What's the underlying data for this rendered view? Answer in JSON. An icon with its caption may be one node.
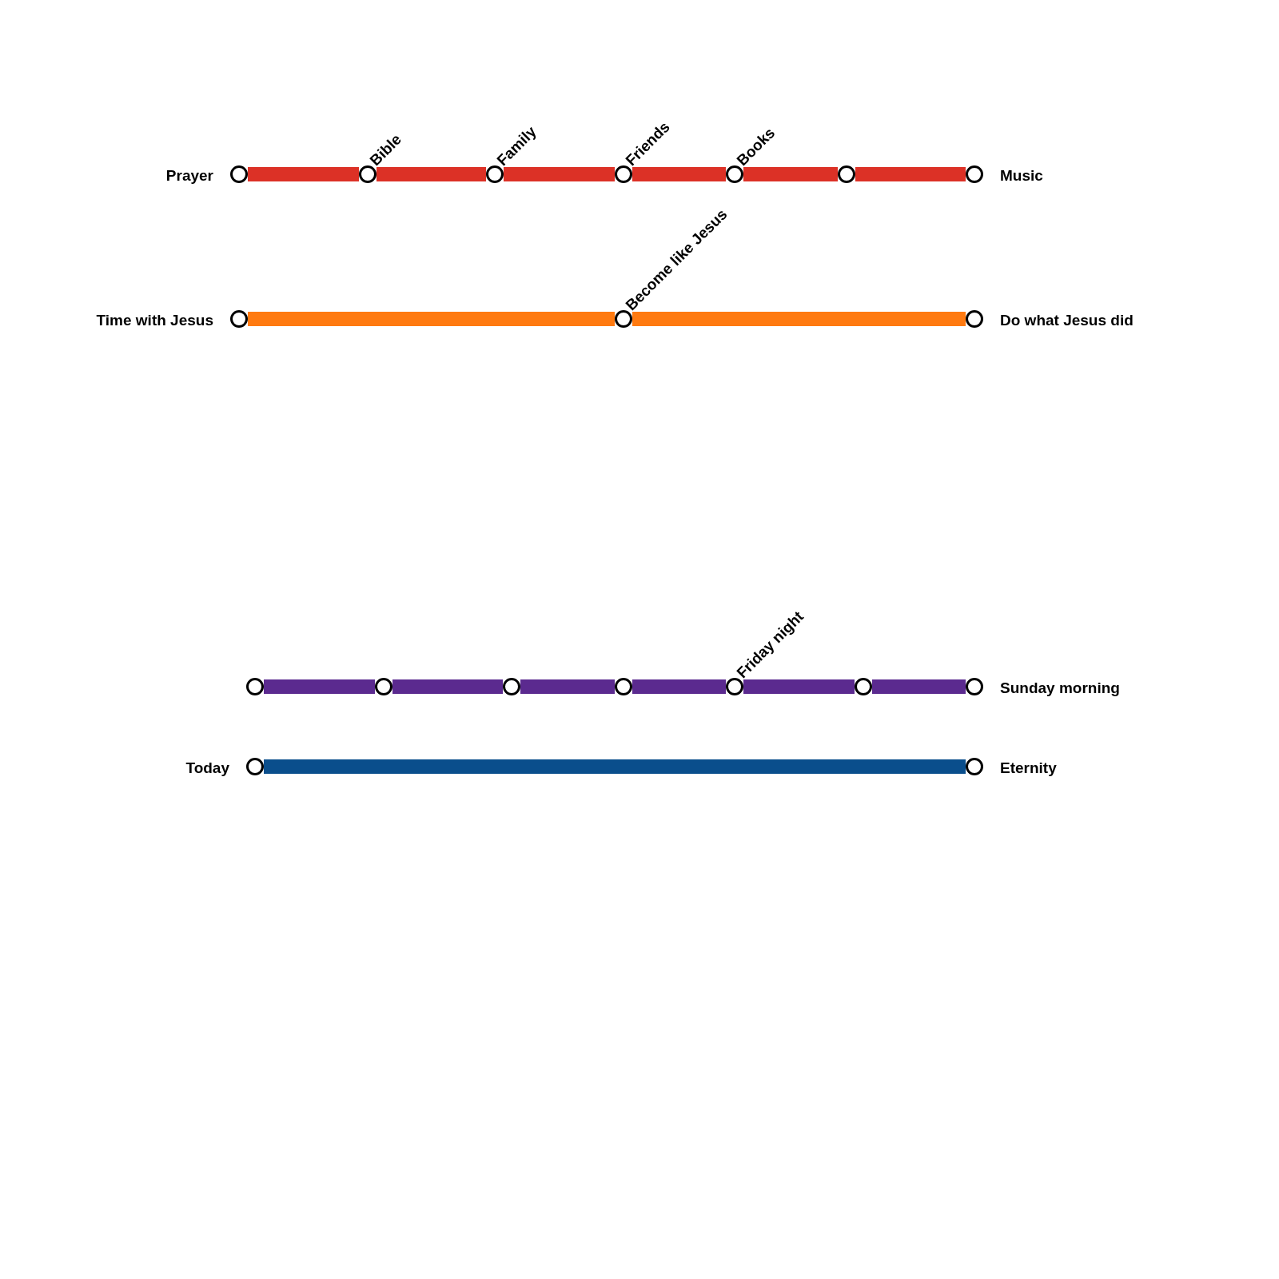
{
  "diagram": {
    "nodes": [
      {
        "text": [
          "Prayer"
        ]
      },
      {
        "text": [
          "Bible"
        ]
      },
      {
        "text": [
          "Family"
        ]
      },
      {
        "text": [
          "Friends"
        ]
      },
      {
        "text": [
          "Books"
        ]
      },
      {
        "text": [],
        "shape": "circle"
      },
      {
        "text": [
          "Music"
        ]
      },
      {
        "text": [
          "Time with Jesus"
        ]
      },
      {
        "text": [
          "Become like Jesus"
        ]
      },
      {
        "text": [
          "Do what Jesus did"
        ]
      },
      {
        "text": [],
        "shape": "circle"
      },
      {
        "text": [],
        "shape": "circle"
      },
      {
        "text": [],
        "shape": "circle"
      },
      {
        "text": [],
        "shape": "circle"
      },
      {
        "text": [
          "Friday night"
        ]
      },
      {
        "text": [],
        "shape": "circle"
      },
      {
        "text": [
          "Sunday morning"
        ]
      },
      {
        "text": [
          "Today"
        ]
      },
      {
        "text": [
          "Eternity"
        ]
      }
    ],
    "edges": [
      {
        "from": 0,
        "to": 1,
        "arrow": "none",
        "color": "#dc3126"
      },
      {
        "from": 1,
        "to": 2,
        "arrow": "none",
        "color": "#dc3126"
      },
      {
        "from": 2,
        "to": 3,
        "arrow": "none",
        "color": "#dc3126"
      },
      {
        "from": 3,
        "to": 4,
        "arrow": "none",
        "color": "#dc3126"
      },
      {
        "from": 4,
        "to": 5,
        "arrow": "none",
        "color": "#dc3126"
      },
      {
        "from": 5,
        "to": 6,
        "arrow": "none",
        "color": "#dc3126"
      },
      {
        "from": 7,
        "to": 8,
        "arrow": "none",
        "color": "#ff7a10"
      },
      {
        "from": 8,
        "to": 9,
        "arrow": "none",
        "color": "#ff7a10"
      },
      {
        "from": 10,
        "to": 11,
        "arrow": "none",
        "color": "#5b2a8f"
      },
      {
        "from": 11,
        "to": 12,
        "arrow": "none",
        "color": "#5b2a8f"
      },
      {
        "from": 12,
        "to": 13,
        "arrow": "none",
        "color": "#5b2a8f"
      },
      {
        "from": 13,
        "to": 14,
        "arrow": "none",
        "color": "#5b2a8f"
      },
      {
        "from": 14,
        "to": 15,
        "arrow": "none",
        "color": "#5b2a8f"
      },
      {
        "from": 15,
        "to": 16,
        "arrow": "none",
        "color": "#5b2a8f"
      },
      {
        "from": 17,
        "to": 18,
        "arrow": "none",
        "color": "#0a4e8c"
      }
    ]
  }
}
